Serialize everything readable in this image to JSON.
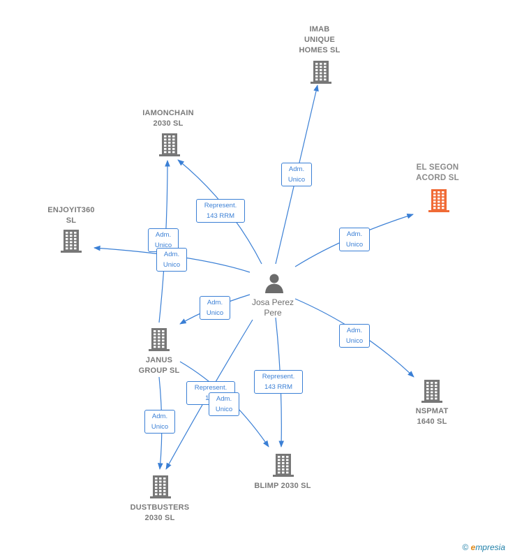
{
  "person": {
    "name": "Josa Perez\nPere"
  },
  "companies": {
    "imab": {
      "label": "IMAB\nUNIQUE\nHOMES  SL",
      "color": "#777777"
    },
    "iamonchain": {
      "label": "IAMONCHAIN\n2030  SL",
      "color": "#777777"
    },
    "el_segon": {
      "label": "EL  SEGON\nACORD  SL",
      "color": "#f06a35"
    },
    "enjoyit": {
      "label": "ENJOYIT360\nSL",
      "color": "#777777"
    },
    "janus": {
      "label": "JANUS\nGROUP  SL",
      "color": "#777777"
    },
    "nspmat": {
      "label": "NSPMAT\n1640  SL",
      "color": "#777777"
    },
    "blimp": {
      "label": "BLIMP 2030  SL",
      "color": "#777777"
    },
    "dustbusters": {
      "label": "DUSTBUSTERS\n2030  SL",
      "color": "#777777"
    }
  },
  "edge_labels": {
    "imab": "Adm.\nUnico",
    "iamonchain": "Represent.\n143 RRM",
    "el_segon": "Adm.\nUnico",
    "janus_iamonchain": "Adm.\nUnico",
    "enjoyit": "Adm.\nUnico",
    "janus": "Adm.\nUnico",
    "nspmat": "Adm.\nUnico",
    "blimp_represent": "Represent.\n143 RRM",
    "dust_represent": "Represent.\n143",
    "janus_blimp": "Adm.\nUnico",
    "janus_dust": "Adm.\nUnico"
  },
  "footer": {
    "copyright": "©",
    "brand_e": "e",
    "brand_rest": "mpresia"
  }
}
